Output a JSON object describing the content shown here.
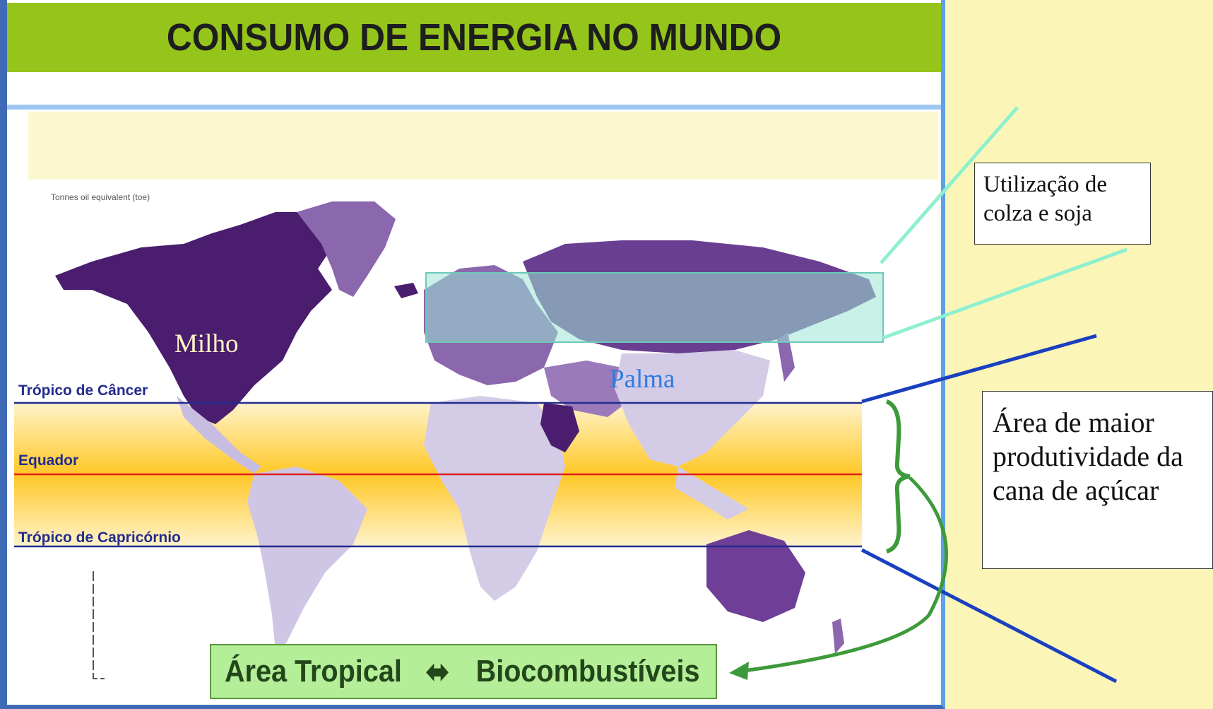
{
  "title": "CONSUMO DE ENERGIA NO MUNDO",
  "legend_hint": "Tonnes oil equivalent (toe)",
  "latitudes": {
    "cancer": "Trópico de Câncer",
    "equator": "Equador",
    "capricorn": "Trópico de Capricórnio"
  },
  "crops": {
    "milho": "Milho",
    "palma": "Palma"
  },
  "bottom_banner": {
    "left": "Área Tropical",
    "arrow": "⬌",
    "right": "Biocombustíveis"
  },
  "callouts": {
    "colza": "Utilização de colza e soja",
    "cana": "Área de maior produtividade da cana de açúcar"
  },
  "colors": {
    "background": "#fbf6b8",
    "title_bar": "#95c51a",
    "tropical_band": "#ffc61a",
    "tropic_line": "#232d8c",
    "equator_line": "#e02020",
    "high_consumption": "#4a1d6e",
    "medium_consumption": "#8b67ad",
    "low_consumption": "#d4cbe6",
    "northern_highlight": "#9de6d6",
    "arrow_green": "#3d9a3a",
    "pointer_blue": "#1a3fbf"
  }
}
